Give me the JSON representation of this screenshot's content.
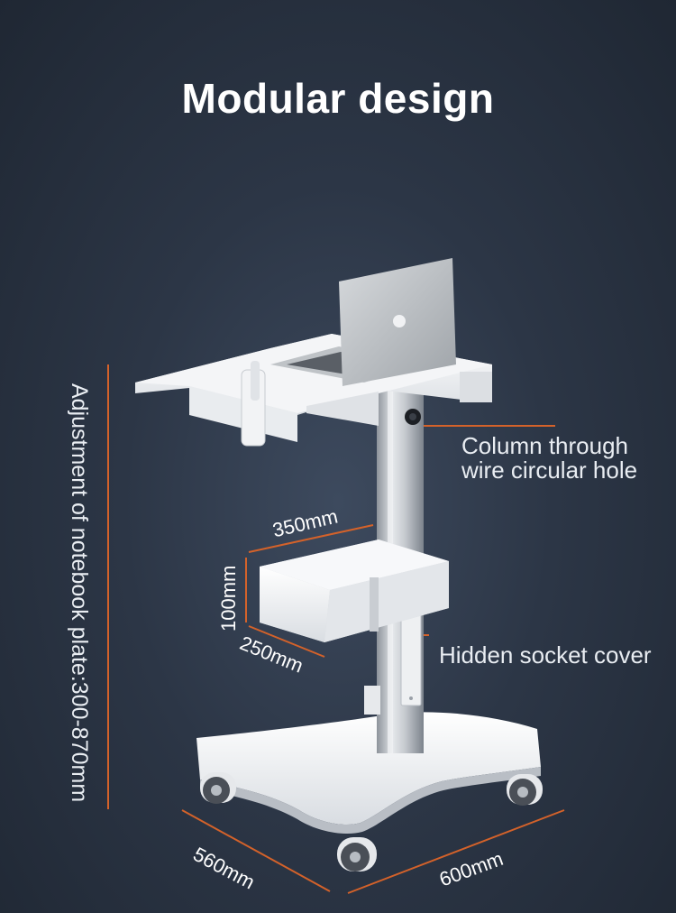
{
  "title": "Modular design",
  "vertical_adjustment_label": "Adjustment of notebook plate:300-870mm",
  "callouts": {
    "column": [
      "Column through",
      "wire circular hole"
    ],
    "socket": "Hidden socket cover"
  },
  "dimensions": {
    "drawer_width": "350mm",
    "drawer_height": "100mm",
    "drawer_depth": "250mm",
    "base_depth": "560mm",
    "base_width": "600mm"
  },
  "colors": {
    "accent_line": "#d4622a",
    "background": "#2c3646",
    "text": "#e9edf2"
  },
  "icons": {
    "laptop_logo": "apple-logo-icon"
  }
}
